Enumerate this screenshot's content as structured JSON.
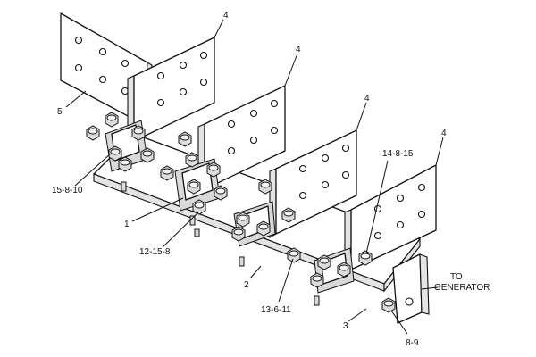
{
  "callouts": {
    "lug_a": "4",
    "lug_b": "4",
    "lug_c": "4",
    "lug_d": "4",
    "rear_plate": "5",
    "bolt_left": "15-8-10",
    "bracket": "1",
    "bolt_mid": "12-15-8",
    "base_plate": "2",
    "nut_front": "13-6-11",
    "bolt_right": "14-8-15",
    "end_bracket": "3",
    "end_bolt": "8-9",
    "generator_line1": "TO",
    "generator_line2": "GENERATOR"
  }
}
